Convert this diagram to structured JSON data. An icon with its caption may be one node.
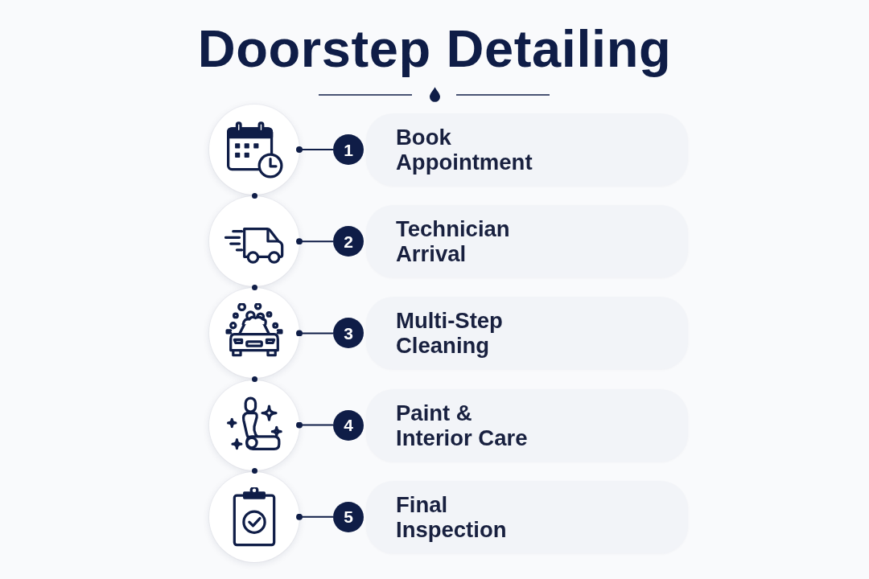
{
  "diagram": {
    "title": "Doorstep Detailing",
    "nodes": [
      {
        "text": [],
        "shape": "circle"
      },
      {
        "text": [
          "1"
        ]
      },
      {
        "text": [
          "Book Appointment"
        ]
      },
      {
        "text": [],
        "shape": "circle"
      },
      {
        "text": [
          "2"
        ]
      },
      {
        "text": [
          "Technician Arrival"
        ]
      },
      {
        "text": [],
        "shape": "circle"
      },
      {
        "text": [
          "3"
        ]
      },
      {
        "text": [
          "Multi-Step Cleaning"
        ]
      },
      {
        "text": [],
        "shape": "circle"
      },
      {
        "text": [
          "4"
        ]
      },
      {
        "text": [
          "Paint & Interior Care"
        ]
      },
      {
        "text": [],
        "shape": "circle"
      },
      {
        "text": [
          "5"
        ]
      },
      {
        "text": [
          "Final Inspection"
        ]
      }
    ],
    "edges": [
      {
        "from": 0,
        "to": 1,
        "arrow": "other"
      },
      {
        "from": 3,
        "to": 4,
        "arrow": "other"
      },
      {
        "from": 6,
        "to": 7,
        "arrow": "other"
      },
      {
        "from": 9,
        "to": 10,
        "arrow": "other"
      },
      {
        "from": 12,
        "to": 13,
        "arrow": "other"
      }
    ]
  }
}
